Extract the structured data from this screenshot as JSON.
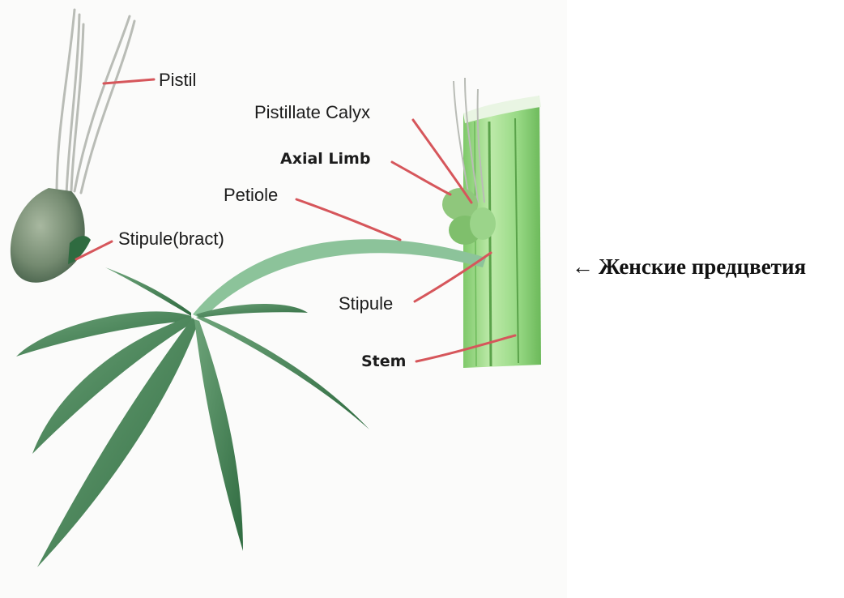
{
  "diagram": {
    "labels": {
      "pistil": "Pistil",
      "pistillate_calyx": "Pistillate Calyx",
      "axial_limb": "Axial Limb",
      "petiole": "Petiole",
      "stipule_bract": "Stipule(bract)",
      "stipule": "Stipule",
      "stem": "Stem"
    },
    "caption": {
      "arrow": "←",
      "text": "Женские предцветия"
    },
    "colors": {
      "leader_line": "#d6565b",
      "stem_green": "#9ed98a",
      "leaf_green": "#4e8a5a",
      "calyx_green": "#7c9a78"
    }
  }
}
